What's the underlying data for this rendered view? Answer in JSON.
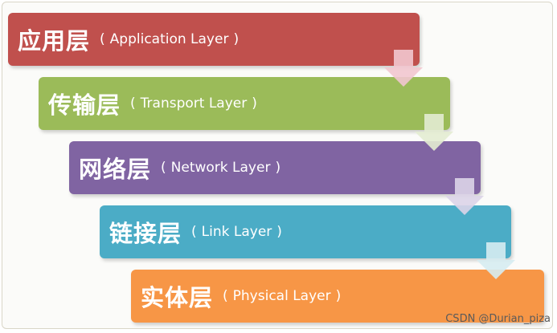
{
  "layers": [
    {
      "cn": "应用层",
      "en": "Application Layer",
      "color": "#c0504d"
    },
    {
      "cn": "传输层",
      "en": "Transport Layer",
      "color": "#9bbb59"
    },
    {
      "cn": "网络层",
      "en": "Network Layer",
      "color": "#8064a2"
    },
    {
      "cn": "链接层",
      "en": "Link Layer",
      "color": "#4bacc6"
    },
    {
      "cn": "实体层",
      "en": "Physical Layer",
      "color": "#f79646"
    }
  ],
  "paren_open": "(",
  "paren_close": ")",
  "arrow_icon": "down-arrow-icon",
  "watermark": "CSDN @Durian_piza"
}
